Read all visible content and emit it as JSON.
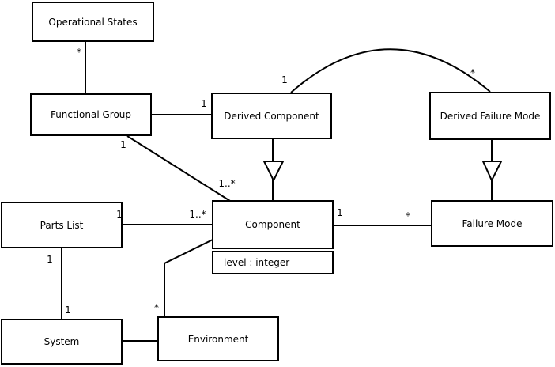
{
  "diagram": {
    "type": "uml-class-diagram",
    "classes": [
      {
        "label": "Operational States"
      },
      {
        "label": "Functional Group"
      },
      {
        "label": "Derived Component"
      },
      {
        "label": "Derived Failure Mode"
      },
      {
        "label": "Parts List"
      },
      {
        "label": "Component",
        "attributes": [
          "level : integer"
        ]
      },
      {
        "label": "Failure Mode"
      },
      {
        "label": "System"
      },
      {
        "label": "Environment"
      }
    ],
    "relationships": [
      {
        "from": "Operational States",
        "to": "Functional Group",
        "type": "association",
        "labels": [
          "*"
        ]
      },
      {
        "from": "Functional Group",
        "to": "Derived Component",
        "type": "association",
        "labels": [
          "1"
        ]
      },
      {
        "from": "Functional Group",
        "to": "Component",
        "type": "association",
        "labels": [
          "1",
          "1..*"
        ]
      },
      {
        "from": "Derived Component",
        "to": "Derived Failure Mode",
        "type": "association-arc",
        "labels": [
          "1",
          "*"
        ]
      },
      {
        "from": "Derived Component",
        "to": "Component",
        "type": "generalization",
        "labels": []
      },
      {
        "from": "Derived Failure Mode",
        "to": "Failure Mode",
        "type": "generalization",
        "labels": []
      },
      {
        "from": "Parts List",
        "to": "Component",
        "type": "association",
        "labels": [
          "1",
          "1..*"
        ]
      },
      {
        "from": "Component",
        "to": "Failure Mode",
        "type": "association",
        "labels": [
          "1",
          "*"
        ]
      },
      {
        "from": "Parts List",
        "to": "System",
        "type": "association",
        "labels": [
          "1",
          "1"
        ]
      },
      {
        "from": "Component",
        "to": "Environment",
        "type": "association",
        "labels": [
          "*"
        ]
      },
      {
        "from": "System",
        "to": "Environment",
        "type": "association",
        "labels": []
      }
    ],
    "multiplicities": [
      {
        "text": "*"
      },
      {
        "text": "1"
      },
      {
        "text": "1"
      },
      {
        "text": "1..*"
      },
      {
        "text": "1"
      },
      {
        "text": "*"
      },
      {
        "text": "1"
      },
      {
        "text": "1..*"
      },
      {
        "text": "1"
      },
      {
        "text": "*"
      },
      {
        "text": "1"
      },
      {
        "text": "1"
      },
      {
        "text": "*"
      }
    ],
    "colors": {
      "line": "#000000",
      "box_fill": "#ffffff",
      "background": "#ffffff",
      "text": "#000000"
    }
  }
}
